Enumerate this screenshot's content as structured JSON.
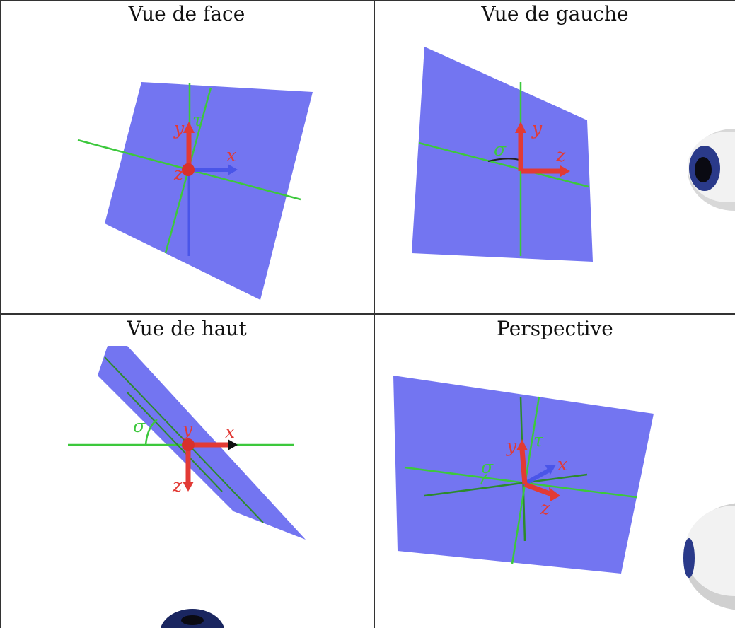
{
  "views": [
    {
      "id": "front",
      "title": "Vue de face",
      "axes": {
        "x": "x",
        "y": "y",
        "z": "z"
      },
      "angle": "τ"
    },
    {
      "id": "left",
      "title": "Vue de gauche",
      "axes": {
        "y": "y",
        "z": "z"
      },
      "angle": "σ"
    },
    {
      "id": "top",
      "title": "Vue de haut",
      "axes": {
        "x": "x",
        "y": "y",
        "z": "z"
      },
      "angle": "σ"
    },
    {
      "id": "perspective",
      "title": "Perspective",
      "axes": {
        "x": "x",
        "y": "y",
        "z": "z"
      },
      "angles": [
        "τ",
        "σ"
      ]
    }
  ],
  "colors": {
    "plane": "#6b6ef0",
    "plane_edge": "#5a5ad8",
    "axis_line": "#3cc83c",
    "arrow": "#e23a35",
    "axis_label": "#e23a35",
    "angle_label": "#3cc83c",
    "z_axis_blue": "#4a55e8"
  }
}
